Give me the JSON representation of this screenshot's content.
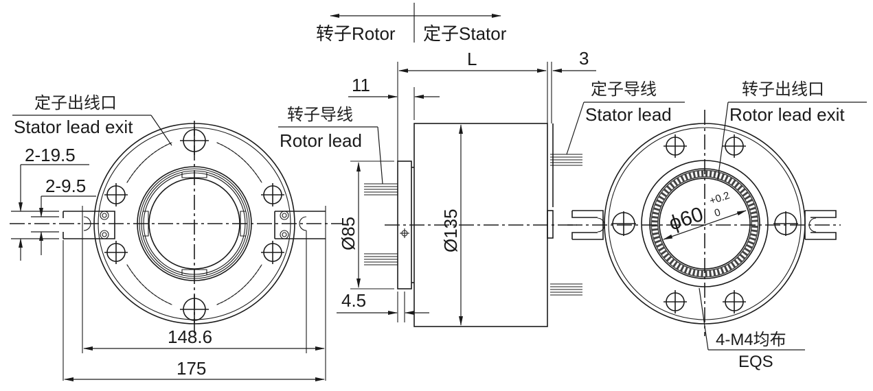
{
  "drawing": {
    "title": "Slip ring outline drawing",
    "direction_labels": {
      "rotor": "转子Rotor",
      "stator": "定子Stator"
    },
    "left_view": {
      "label_cn": "定子出线口",
      "label_en": "Stator lead exit",
      "slot_dim_outer": "2-19.5",
      "slot_dim_inner": "2-9.5",
      "dim_mounting": "148.6",
      "dim_overall": "175"
    },
    "side_view": {
      "dim_length": "L",
      "dim_gap": "3",
      "dim_flange": "11",
      "dim_flange_thk": "4.5",
      "dia_small": "Ø85",
      "dia_body": "Ø135",
      "rotor_lead_cn": "转子导线",
      "rotor_lead_en": "Rotor lead",
      "stator_lead_cn": "定子导线",
      "stator_lead_en": "Stator lead"
    },
    "right_view": {
      "label_cn": "转子出线口",
      "label_en": "Rotor lead exit",
      "bore_dia": "ϕ60",
      "tol_upper": "+0.2",
      "tol_lower": "0",
      "thread_label": "4-M4均布",
      "thread_label_en": "EQS"
    }
  },
  "colors": {
    "line": "#1a1a1a",
    "background": "#ffffff"
  }
}
